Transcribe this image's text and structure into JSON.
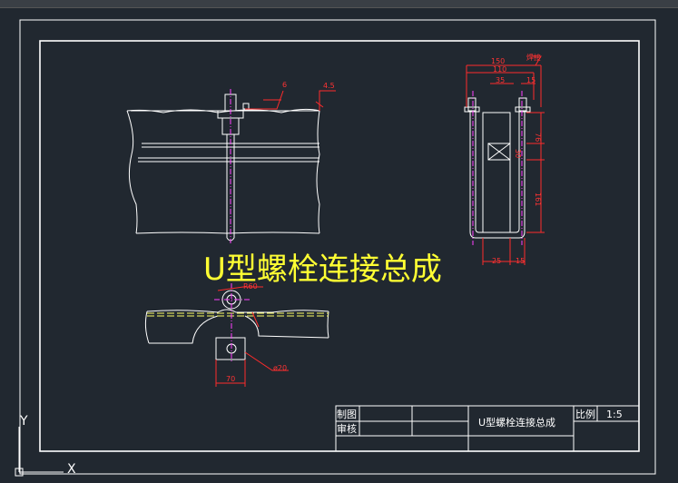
{
  "drawing": {
    "big_title": "U型螺栓连接总成",
    "weld_note": "焊接"
  },
  "dimensions": {
    "front_top_a": "6",
    "front_top_b": "4.5",
    "side_w150": "150",
    "side_w110": "110",
    "side_w35": "35",
    "side_w15": "15",
    "side_h76": "76",
    "side_h30": "30",
    "side_h161": "161",
    "side_bot25": "25",
    "side_bot15": "15",
    "bottom_r": "R60",
    "bottom_dia": "ø20",
    "bottom_w70": "70"
  },
  "title_block": {
    "drawn_label": "制图",
    "check_label": "审核",
    "part_name": "U型螺栓连接总成",
    "scale_label": "比例",
    "scale_value": "1:5"
  },
  "ucs": {
    "y_label": "Y",
    "x_label": "X"
  }
}
